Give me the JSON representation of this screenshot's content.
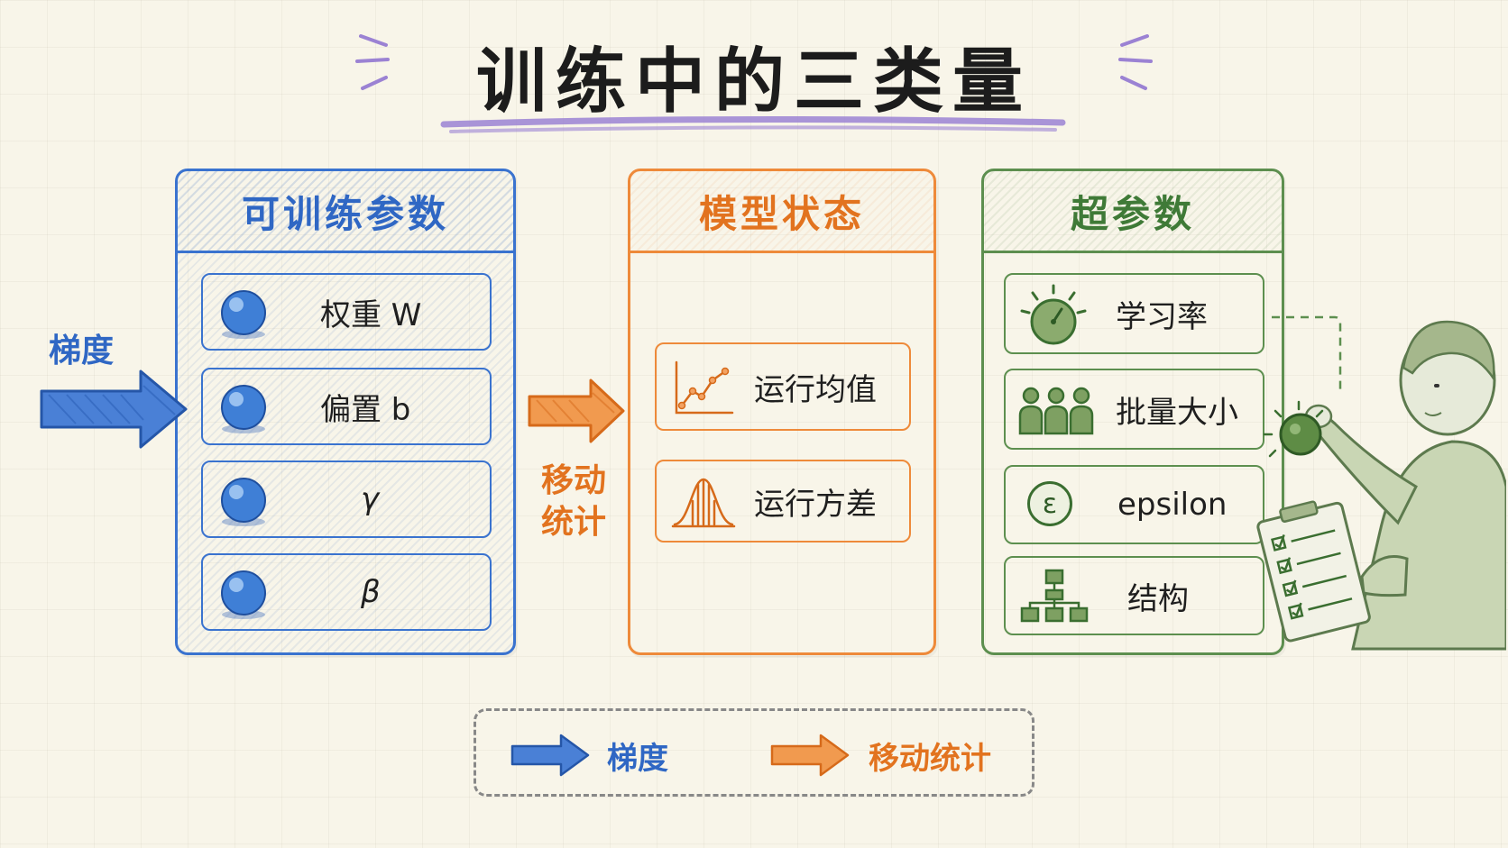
{
  "title": "训练中的三类量",
  "panels": {
    "trainable": {
      "header": "可训练参数",
      "items": [
        "权重 W",
        "偏置 b",
        "γ",
        "β"
      ]
    },
    "model_state": {
      "header": "模型状态",
      "items": [
        "运行均值",
        "运行方差"
      ]
    },
    "hyperparams": {
      "header": "超参数",
      "items": [
        "学习率",
        "批量大小",
        "epsilon",
        "结构"
      ]
    }
  },
  "arrows": {
    "gradient_label": "梯度",
    "moving_stats_line1": "移动",
    "moving_stats_line2": "统计"
  },
  "legend": {
    "gradient": "梯度",
    "moving_stats": "移动统计"
  },
  "icons": {
    "trainable": [
      "sphere-icon",
      "sphere-icon",
      "sphere-icon",
      "sphere-icon"
    ],
    "model_state": [
      "line-chart-icon",
      "bell-curve-icon"
    ],
    "hyperparams": [
      "dial-icon",
      "people-icon",
      "epsilon-icon",
      "hierarchy-icon"
    ],
    "epsilon_glyph": "ε"
  },
  "colors": {
    "trainable": "#2f67c4",
    "model_state": "#e2731f",
    "hyperparams": "#3f7a37",
    "title_underline": "#9b82d3"
  }
}
